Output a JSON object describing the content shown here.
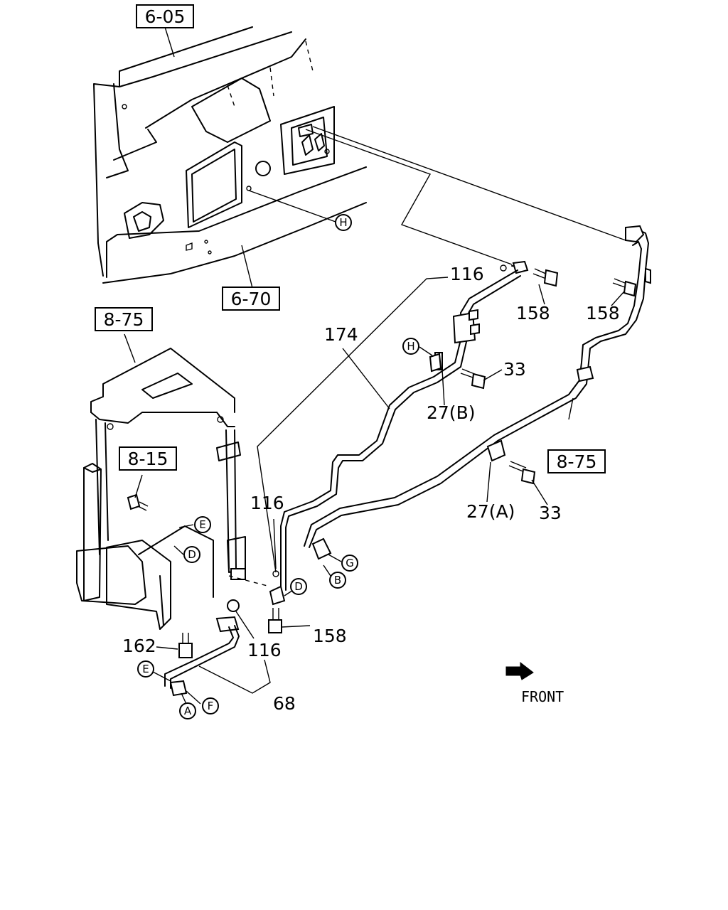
{
  "reference_boxes": {
    "top": "6-05",
    "mid": "6-70",
    "left": "8-75",
    "inner": "8-15",
    "right": "8-75"
  },
  "part_labels": {
    "p116_top": "116",
    "p174": "174",
    "p158_a": "158",
    "p158_b": "158",
    "p33_top": "33",
    "p27b": "27(B)",
    "p116_mid": "116",
    "p27a": "27(A)",
    "p33_mid": "33",
    "p162": "162",
    "p116_low": "116",
    "p158_low": "158",
    "p68": "68"
  },
  "callouts": {
    "h_top": "H",
    "h_mid": "H",
    "e_top": "E",
    "d_left": "D",
    "d_right": "D",
    "g": "G",
    "b": "B",
    "e_low": "E",
    "a": "A",
    "f": "F"
  },
  "direction": {
    "front": "FRONT"
  }
}
